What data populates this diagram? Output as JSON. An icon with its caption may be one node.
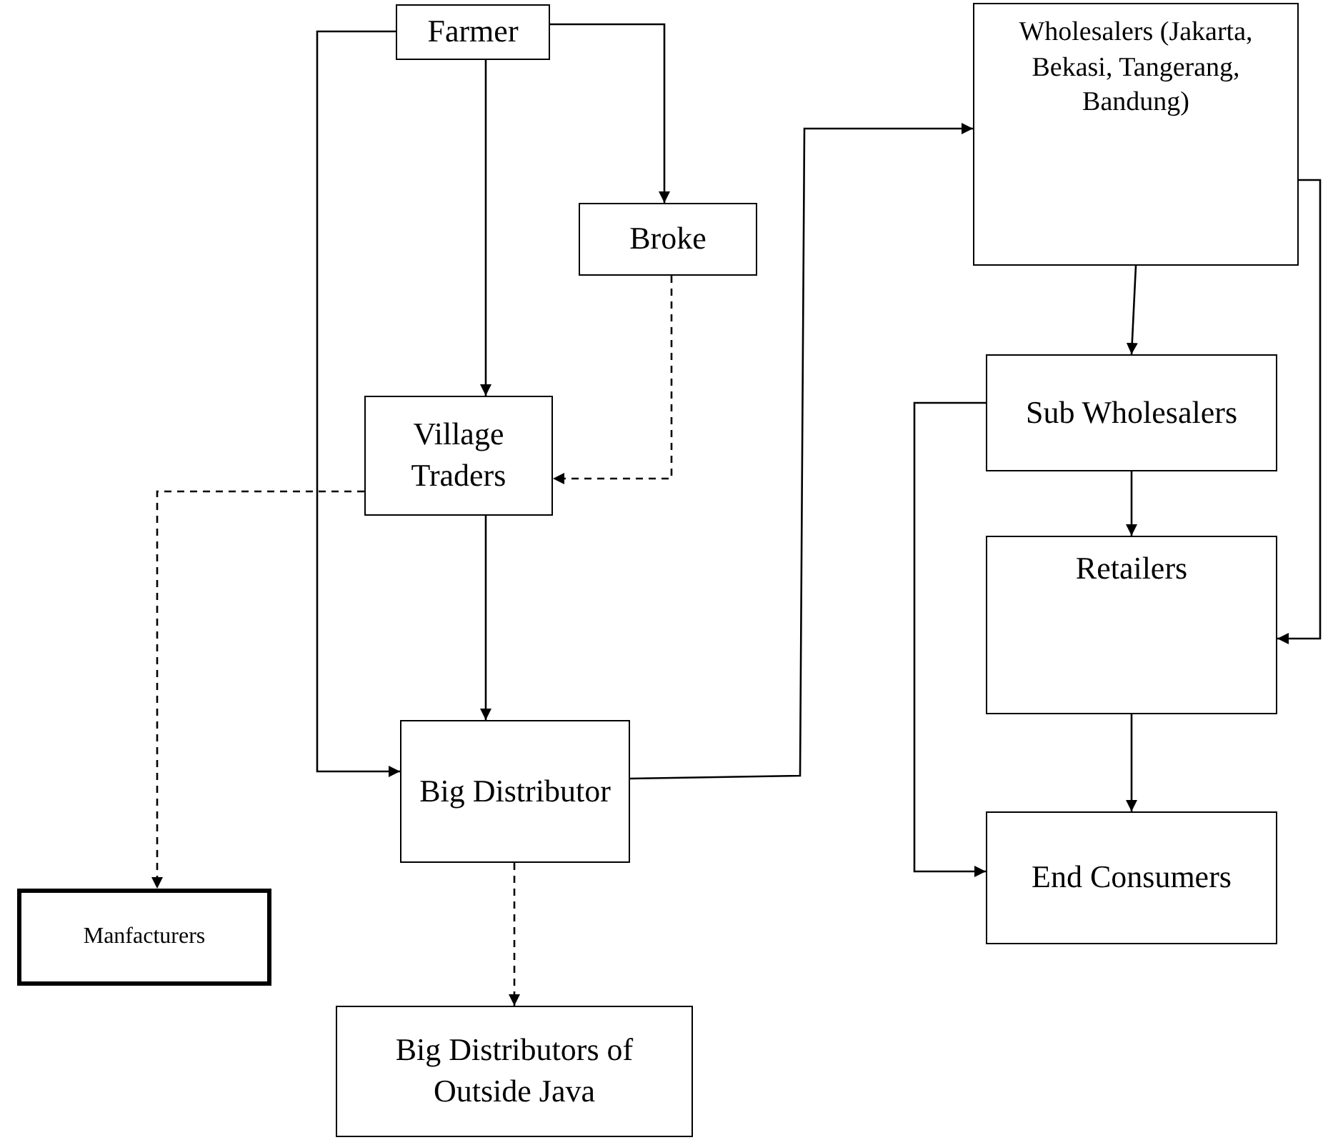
{
  "diagram": {
    "nodes": [
      {
        "text": [
          "Farmer"
        ]
      },
      {
        "text": [
          "Broke"
        ]
      },
      {
        "text": [
          "Village Traders"
        ]
      },
      {
        "text": [
          "Big Distributor"
        ]
      },
      {
        "text": [
          "Manfacturers"
        ]
      },
      {
        "text": [
          "Big Distributors of Outside Java"
        ]
      },
      {
        "text": [
          "Wholesalers (Jakarta, Bekasi, Tangerang, Bandung)"
        ]
      },
      {
        "text": [
          "Sub Wholesalers"
        ]
      },
      {
        "text": [
          "Retailers"
        ]
      },
      {
        "text": [
          "End Consumers"
        ]
      }
    ],
    "edges": [
      {
        "from": 0,
        "to": 2,
        "arrow": "to"
      },
      {
        "from": 0,
        "to": 3,
        "arrow": "to"
      },
      {
        "from": 0,
        "to": 1,
        "arrow": "to"
      },
      {
        "from": 1,
        "to": 2,
        "arrow": "to",
        "style": "dashed"
      },
      {
        "from": 2,
        "to": 4,
        "arrow": "to",
        "style": "dashed"
      },
      {
        "from": 2,
        "to": 3,
        "arrow": "to"
      },
      {
        "from": 3,
        "to": 5,
        "arrow": "to",
        "style": "dashed"
      },
      {
        "from": 3,
        "to": 6,
        "arrow": "to"
      },
      {
        "from": 6,
        "to": 7,
        "arrow": "to"
      },
      {
        "from": 7,
        "to": 9,
        "arrow": "to"
      },
      {
        "from": 7,
        "to": 8,
        "arrow": "to"
      },
      {
        "from": 8,
        "to": 9,
        "arrow": "to"
      },
      {
        "from": 6,
        "to": 8,
        "arrow": "to"
      }
    ]
  }
}
